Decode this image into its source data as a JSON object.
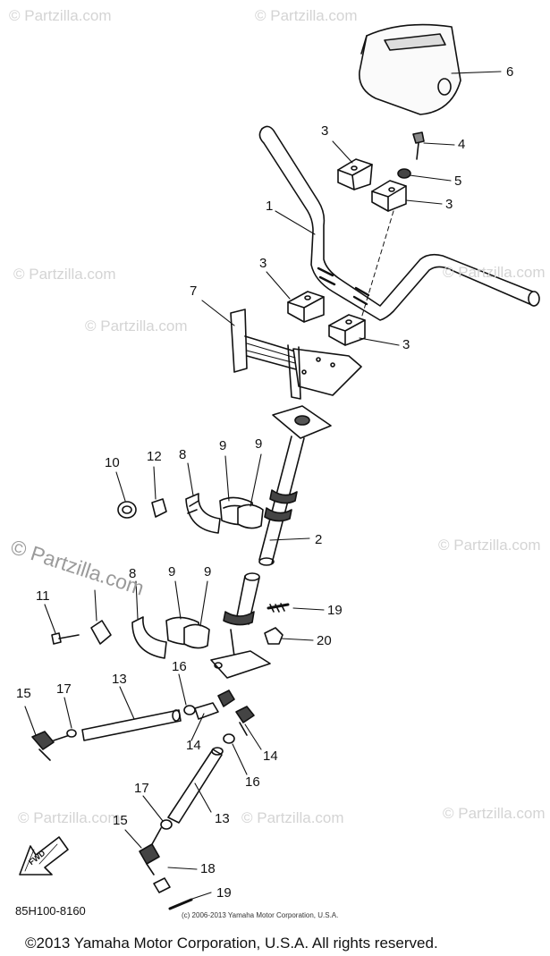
{
  "watermarks": {
    "text": "© Partzilla.com",
    "feature": "© Partzilla.com"
  },
  "callouts": [
    "1",
    "2",
    "3",
    "3",
    "3",
    "3",
    "4",
    "5",
    "6",
    "7",
    "8",
    "8",
    "9",
    "9",
    "9",
    "9",
    "10",
    "11",
    "12",
    "13",
    "13",
    "14",
    "14",
    "15",
    "15",
    "16",
    "16",
    "17",
    "17",
    "18",
    "19",
    "19",
    "20"
  ],
  "direction_label": "FWD",
  "part_code": "85H100-8160",
  "small_copyright": "(c) 2006-2013 Yamaha Motor Corporation, U.S.A.",
  "footer": "©2013 Yamaha Motor Corporation, U.S.A. All rights reserved."
}
